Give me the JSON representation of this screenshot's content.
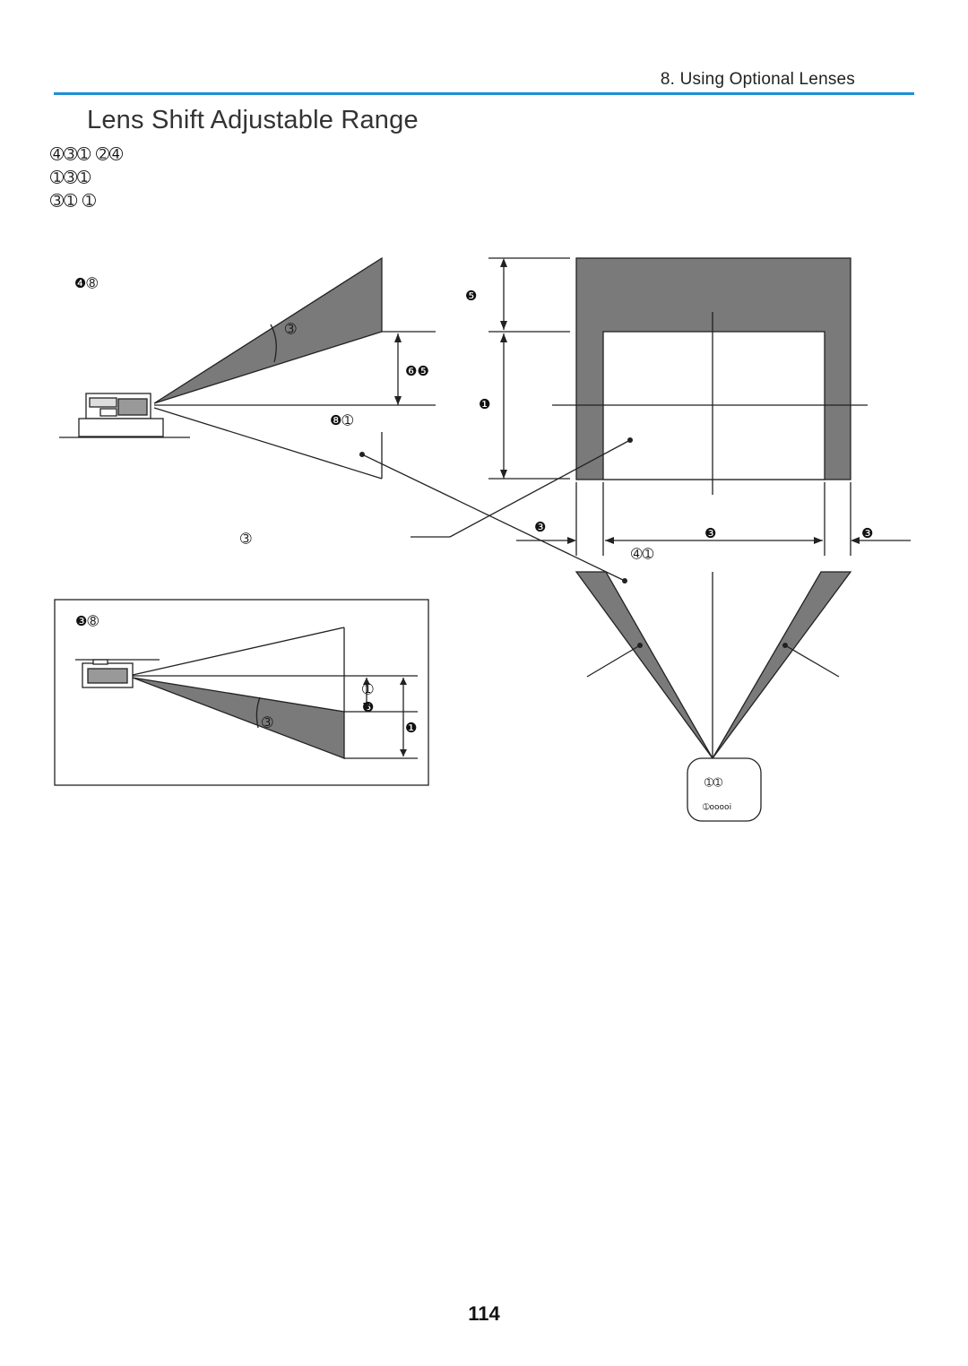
{
  "header": {
    "section": "8. Using Optional Lenses",
    "rule_color": "#1f8fd6"
  },
  "title": "Lens Shift Adjustable Range",
  "intro_lines": [
    "➃➂➀ ➁➃",
    "➀➂➀",
    "➂➀ ➀"
  ],
  "labels": {
    "desk_front": "❹➇",
    "angle_upper": "➂",
    "shift_small": "❻❺",
    "shift_big": "❺",
    "screen_height": "❶",
    "center_axis": "❽➀",
    "lens_center": "➂",
    "ceiling_front": "❸➇",
    "angle_lower": "➂",
    "ceiling_small": "➀",
    "ceiling_mid": "❺",
    "ceiling_height": "❶",
    "width_left": "❸",
    "width_mid": "❸",
    "width_right": "❸",
    "width_note": "➃➀",
    "projector_top": "➀➀",
    "projector_small": "➀ooooi"
  },
  "colors": {
    "shade": "#7a7a7a",
    "line": "#222222"
  },
  "page_number": "114"
}
